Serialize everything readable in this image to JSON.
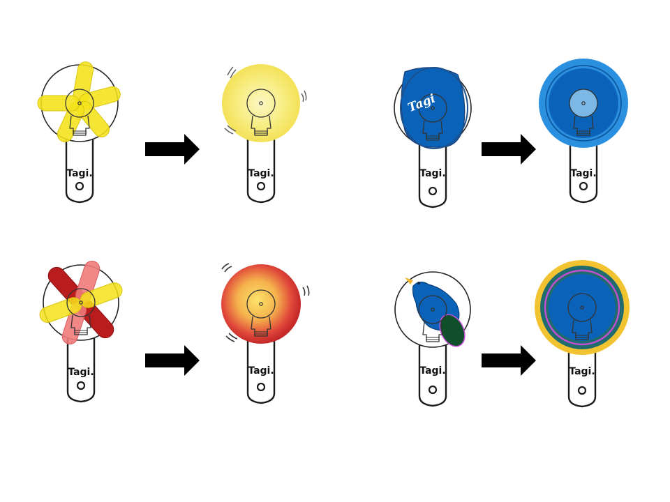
{
  "brand_label": "Tagi.",
  "decal_text": "Tagi",
  "colors": {
    "outline": "#1a1a1a",
    "yellow": "#f4e21a",
    "pale_yellow": "#f7ea7a",
    "red": "#b81c1c",
    "pink": "#ef7a7a",
    "blue": "#0a63b8",
    "light_blue": "#2b8fe0",
    "pale_blue": "#7cb7e6",
    "green": "#0f4f2a",
    "teal": "#1f6b6e",
    "violet": "#c24fd3",
    "gold": "#f2c330",
    "bird_beak": "#f0b632",
    "arrow": "#000000"
  },
  "panels": [
    {
      "id": "yellow-pinwheel",
      "stage": "before",
      "blades": [
        "yellow"
      ]
    },
    {
      "id": "yellow-pinwheel-spinning",
      "stage": "after",
      "blur": "yellow"
    },
    {
      "id": "blue-decal",
      "stage": "before",
      "decal": "Tagi"
    },
    {
      "id": "blue-decal-spinning",
      "stage": "after",
      "rings": [
        "light_blue",
        "blue",
        "pale_blue"
      ]
    },
    {
      "id": "red-yellow-pinwheel",
      "stage": "before",
      "blades": [
        "red",
        "pink",
        "yellow"
      ]
    },
    {
      "id": "red-yellow-pinwheel-spinning",
      "stage": "after",
      "blur": "red-yellow"
    },
    {
      "id": "blue-bird",
      "stage": "before",
      "bird": true
    },
    {
      "id": "blue-bird-spinning",
      "stage": "after",
      "rings": [
        "gold",
        "teal",
        "violet",
        "blue"
      ]
    }
  ],
  "arrows": 4
}
